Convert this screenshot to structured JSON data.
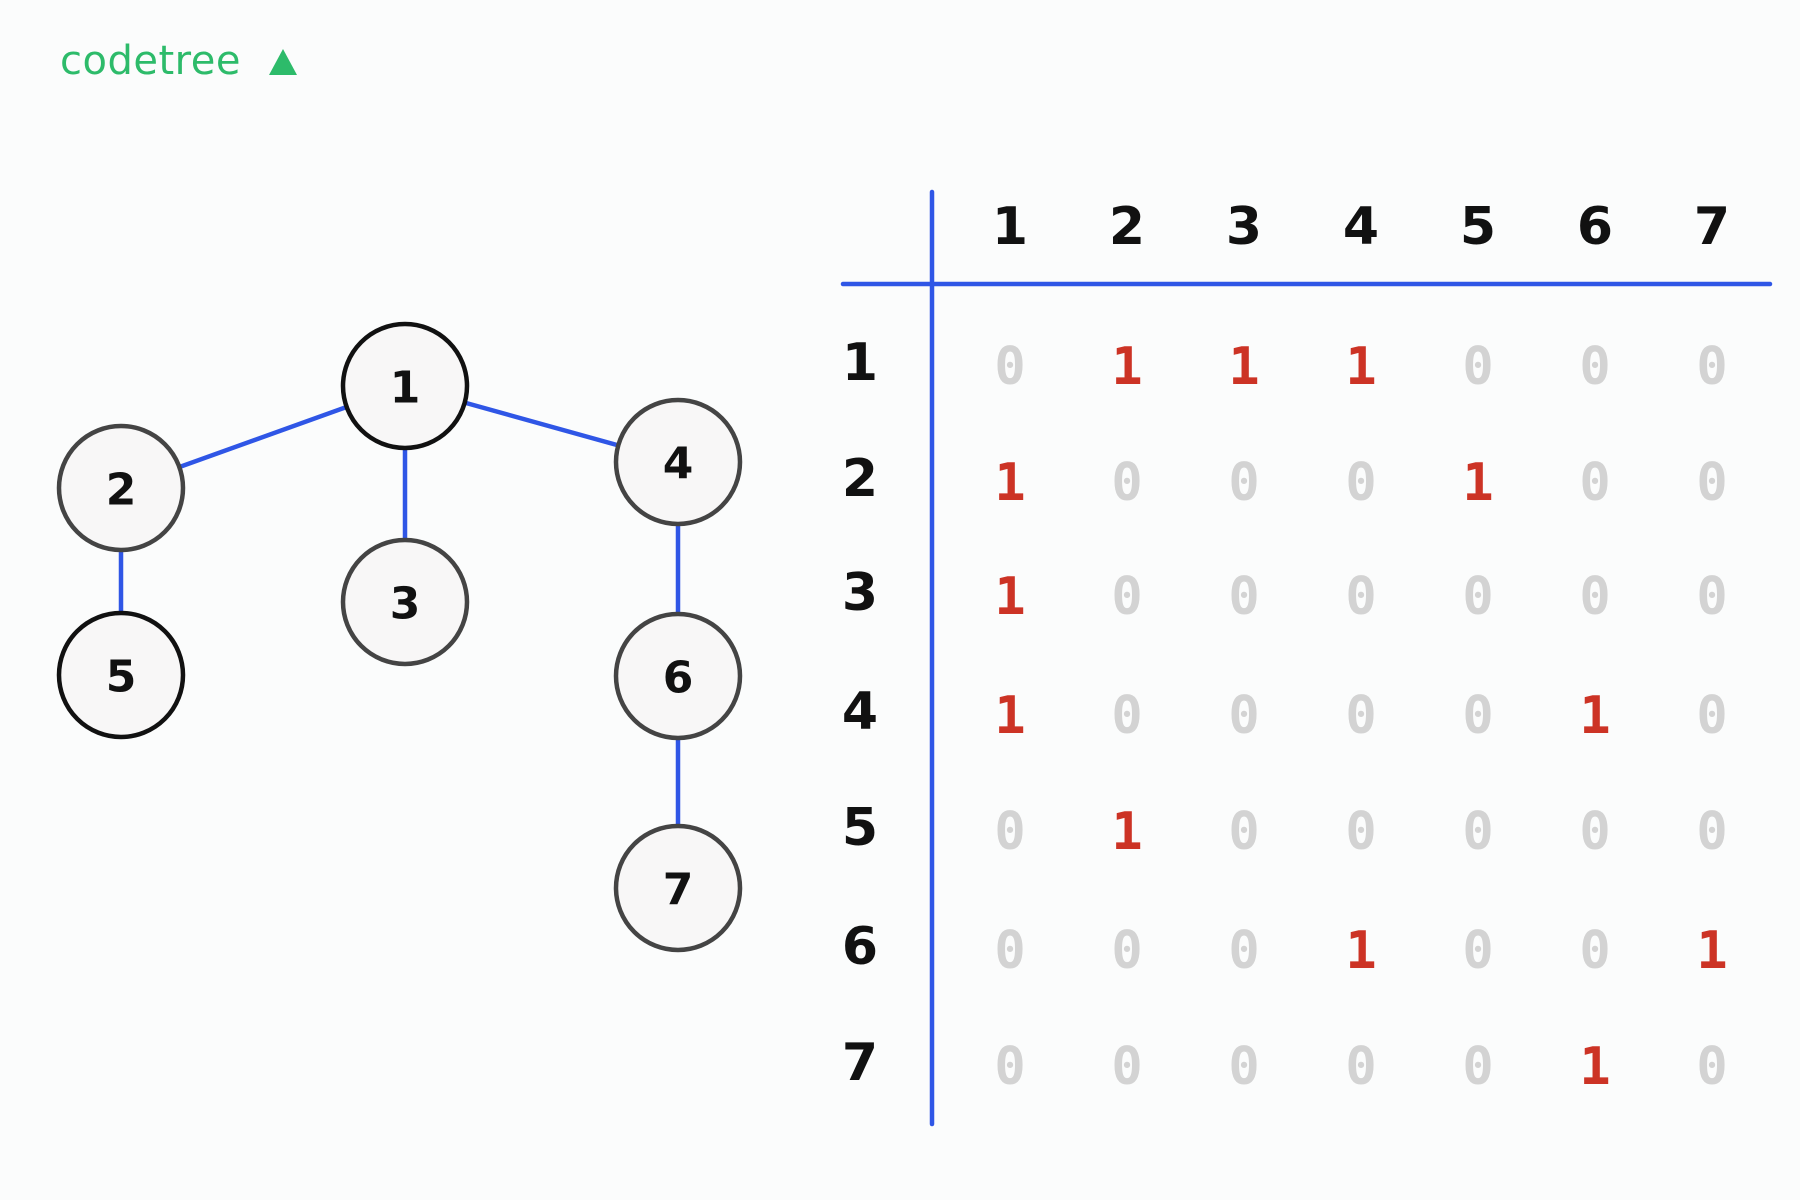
{
  "brand": {
    "name": "codetree",
    "icon": "triangle-icon",
    "color": "#2dbb6a"
  },
  "colors": {
    "edge": "#2f56e6",
    "one": "#cc3325",
    "zero": "#d3d3d3",
    "node_fill": "#f8f7f7",
    "node_stroke_dark": "#111111",
    "node_stroke_gray": "#444444"
  },
  "graph": {
    "nodes": [
      {
        "id": "1",
        "label": "1",
        "stroke": "dark"
      },
      {
        "id": "2",
        "label": "2",
        "stroke": "gray"
      },
      {
        "id": "3",
        "label": "3",
        "stroke": "gray"
      },
      {
        "id": "4",
        "label": "4",
        "stroke": "gray"
      },
      {
        "id": "5",
        "label": "5",
        "stroke": "dark"
      },
      {
        "id": "6",
        "label": "6",
        "stroke": "gray"
      },
      {
        "id": "7",
        "label": "7",
        "stroke": "gray"
      }
    ],
    "edges": [
      [
        "1",
        "2"
      ],
      [
        "1",
        "3"
      ],
      [
        "1",
        "4"
      ],
      [
        "2",
        "5"
      ],
      [
        "4",
        "6"
      ],
      [
        "6",
        "7"
      ]
    ]
  },
  "matrix": {
    "column_headers": [
      "1",
      "2",
      "3",
      "4",
      "5",
      "6",
      "7"
    ],
    "row_headers": [
      "1",
      "2",
      "3",
      "4",
      "5",
      "6",
      "7"
    ],
    "values": [
      [
        0,
        1,
        1,
        1,
        0,
        0,
        0
      ],
      [
        1,
        0,
        0,
        0,
        1,
        0,
        0
      ],
      [
        1,
        0,
        0,
        0,
        0,
        0,
        0
      ],
      [
        1,
        0,
        0,
        0,
        0,
        1,
        0
      ],
      [
        0,
        1,
        0,
        0,
        0,
        0,
        0
      ],
      [
        0,
        0,
        0,
        1,
        0,
        0,
        1
      ],
      [
        0,
        0,
        0,
        0,
        0,
        1,
        0
      ]
    ]
  }
}
